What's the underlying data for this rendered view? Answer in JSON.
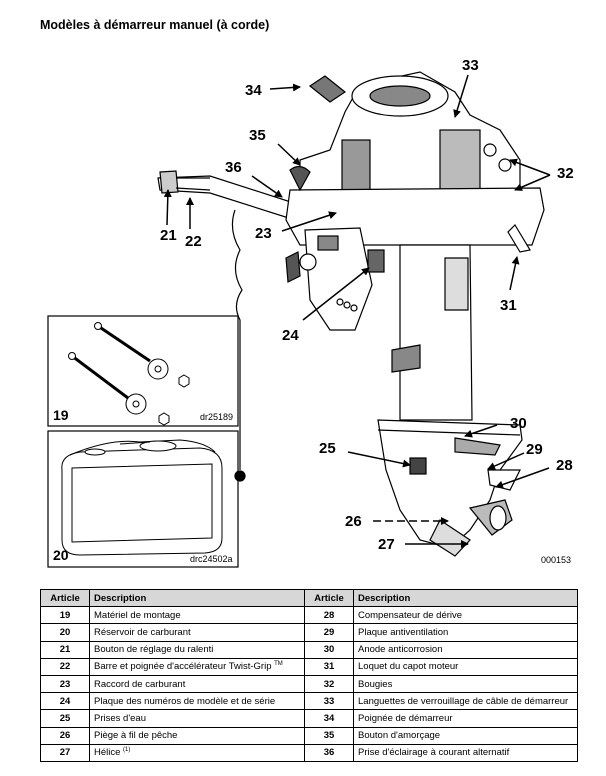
{
  "title": "Modèles à démarreur manuel (à corde)",
  "figure": {
    "code": "000153",
    "insets": [
      {
        "number": "19",
        "code": "dr25189"
      },
      {
        "number": "20",
        "code": "drc24502a"
      }
    ],
    "callouts": [
      "21",
      "22",
      "23",
      "24",
      "25",
      "26",
      "27",
      "28",
      "29",
      "30",
      "31",
      "32",
      "33",
      "34",
      "35",
      "36"
    ]
  },
  "table": {
    "headers": {
      "article": "Article",
      "description": "Description"
    },
    "left": [
      {
        "article": "19",
        "description": "Matériel de montage"
      },
      {
        "article": "20",
        "description": "Réservoir de carburant"
      },
      {
        "article": "21",
        "description": "Bouton de réglage du ralenti"
      },
      {
        "article": "22",
        "description": "Barre et poignée d'accélérateur Twist-Grip",
        "sup": "TM"
      },
      {
        "article": "23",
        "description": "Raccord de carburant"
      },
      {
        "article": "24",
        "description": "Plaque des numéros de modèle et de série"
      },
      {
        "article": "25",
        "description": "Prises d'eau"
      },
      {
        "article": "26",
        "description": "Piège à fil de pêche"
      },
      {
        "article": "27",
        "description": "Hélice",
        "sup": "(1)"
      }
    ],
    "right": [
      {
        "article": "28",
        "description": "Compensateur de dérive"
      },
      {
        "article": "29",
        "description": "Plaque antiventilation"
      },
      {
        "article": "30",
        "description": "Anode anticorrosion"
      },
      {
        "article": "31",
        "description": "Loquet du capot moteur"
      },
      {
        "article": "32",
        "description": "Bougies"
      },
      {
        "article": "33",
        "description": "Languettes de verrouillage de câble de démarreur"
      },
      {
        "article": "34",
        "description": "Poignée de démarreur"
      },
      {
        "article": "35",
        "description": "Bouton d'amorçage"
      },
      {
        "article": "36",
        "description": "Prise d'éclairage à courant alternatif"
      }
    ]
  }
}
